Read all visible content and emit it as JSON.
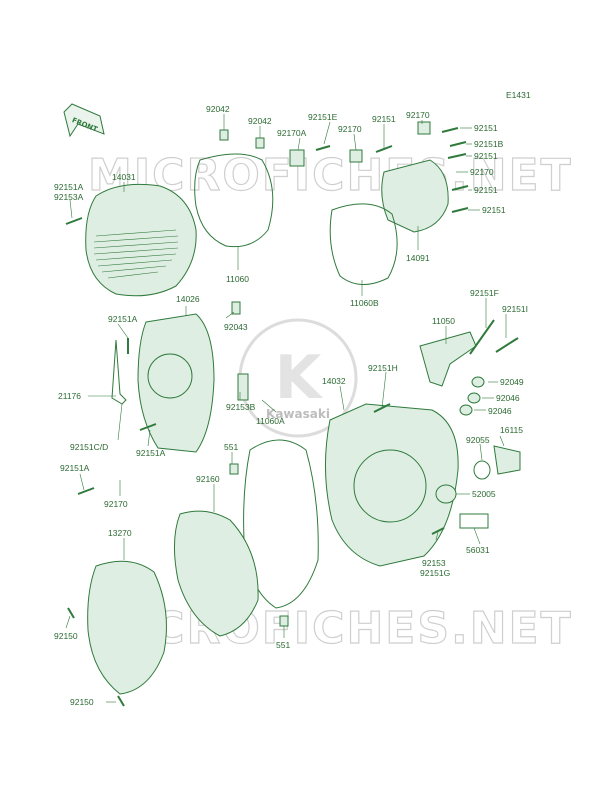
{
  "diagram_code": "E1431",
  "front_badge": "FRONT",
  "watermarks": {
    "top": "MICROFICHES.NET",
    "bottom": "MICROFICHES.NET",
    "logo": "Kawasaki"
  },
  "labels": {
    "p92042a": "92042",
    "p92042b": "92042",
    "p92151e": "92151E",
    "p92170a": "92170A",
    "p92170top": "92170",
    "p92170b": "92170",
    "p92151top": "92151",
    "p92151r1": "92151",
    "p92151b": "92151B",
    "p92151r2": "92151",
    "p92170r": "92170",
    "p92151r3": "92151",
    "p92151r4": "92151",
    "p92151a_tl": "92151A",
    "p92153a": "92153A",
    "p14031": "14031",
    "p11060": "11060",
    "p11060b": "11060B",
    "p14091": "14091",
    "p14026": "14026",
    "p92043": "92043",
    "p92151a_m": "92151A",
    "p21176": "21176",
    "p92153b": "92153B",
    "p11060a": "11060A",
    "p92151cd": "92151C/D",
    "p92151a_m2": "92151A",
    "p92151a_l": "92151A",
    "p92170l": "92170",
    "p551a": "551",
    "p92160": "92160",
    "p13270": "13270",
    "p92150a": "92150",
    "p92150b": "92150",
    "p551b": "551",
    "p14032": "14032",
    "p92151h": "92151H",
    "p11050": "11050",
    "p92151f": "92151F",
    "p92151i": "92151I",
    "p92049": "92049",
    "p92046a": "92046",
    "p92046b": "92046",
    "p16115": "16115",
    "p92055": "92055",
    "p52005": "52005",
    "p56031": "56031",
    "p92153": "92153",
    "p92151g": "92151G"
  },
  "colors": {
    "line": "#2f7a3c",
    "text": "#2b6a32",
    "watermark": "#cfcfcf"
  }
}
